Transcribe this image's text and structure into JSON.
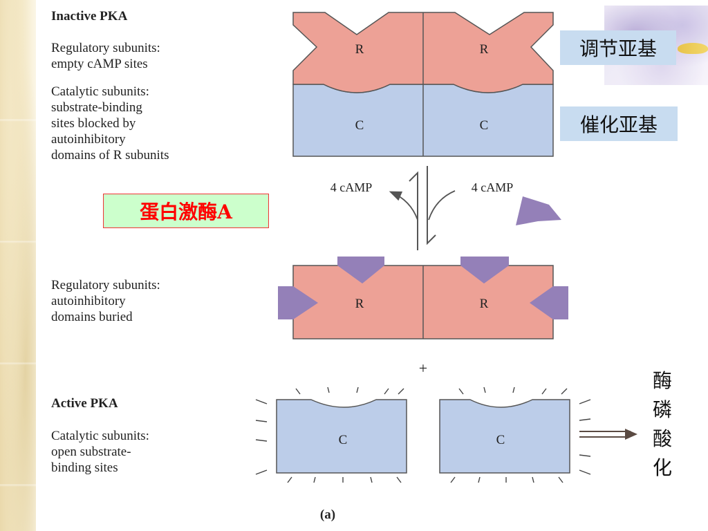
{
  "inactive": {
    "heading": "Inactive PKA",
    "regulatory_text": "Regulatory subunits:\nempty cAMP sites",
    "catalytic_text": "Catalytic subunits:\nsubstrate-binding\nsites blocked by\nautoinhibitory\ndomains of R subunits"
  },
  "labels": {
    "regulatory_cn": "调节亚基",
    "catalytic_cn": "催化亚基",
    "pka_cn": "蛋白激酶A",
    "phosphorylation_cn": "酶磷酸化"
  },
  "equilibrium": {
    "left_label": "4 cAMP",
    "right_label": "4 cAMP"
  },
  "bound": {
    "regulatory_text": "Regulatory subunits:\nautoinhibitory\ndomains buried"
  },
  "plus_sign": "+",
  "active": {
    "heading": "Active PKA",
    "catalytic_text": "Catalytic subunits:\nopen substrate-\nbinding sites"
  },
  "subunits": {
    "r": "R",
    "c": "C"
  },
  "caption": "(a)",
  "colors": {
    "regulatory": "#eda196",
    "catalytic": "#bccde9",
    "camp": "#9480b8",
    "outline": "#555555",
    "pka_text": "#ff0000",
    "pka_bg": "#ccffcc",
    "label_bg": "#c8dcf0"
  }
}
